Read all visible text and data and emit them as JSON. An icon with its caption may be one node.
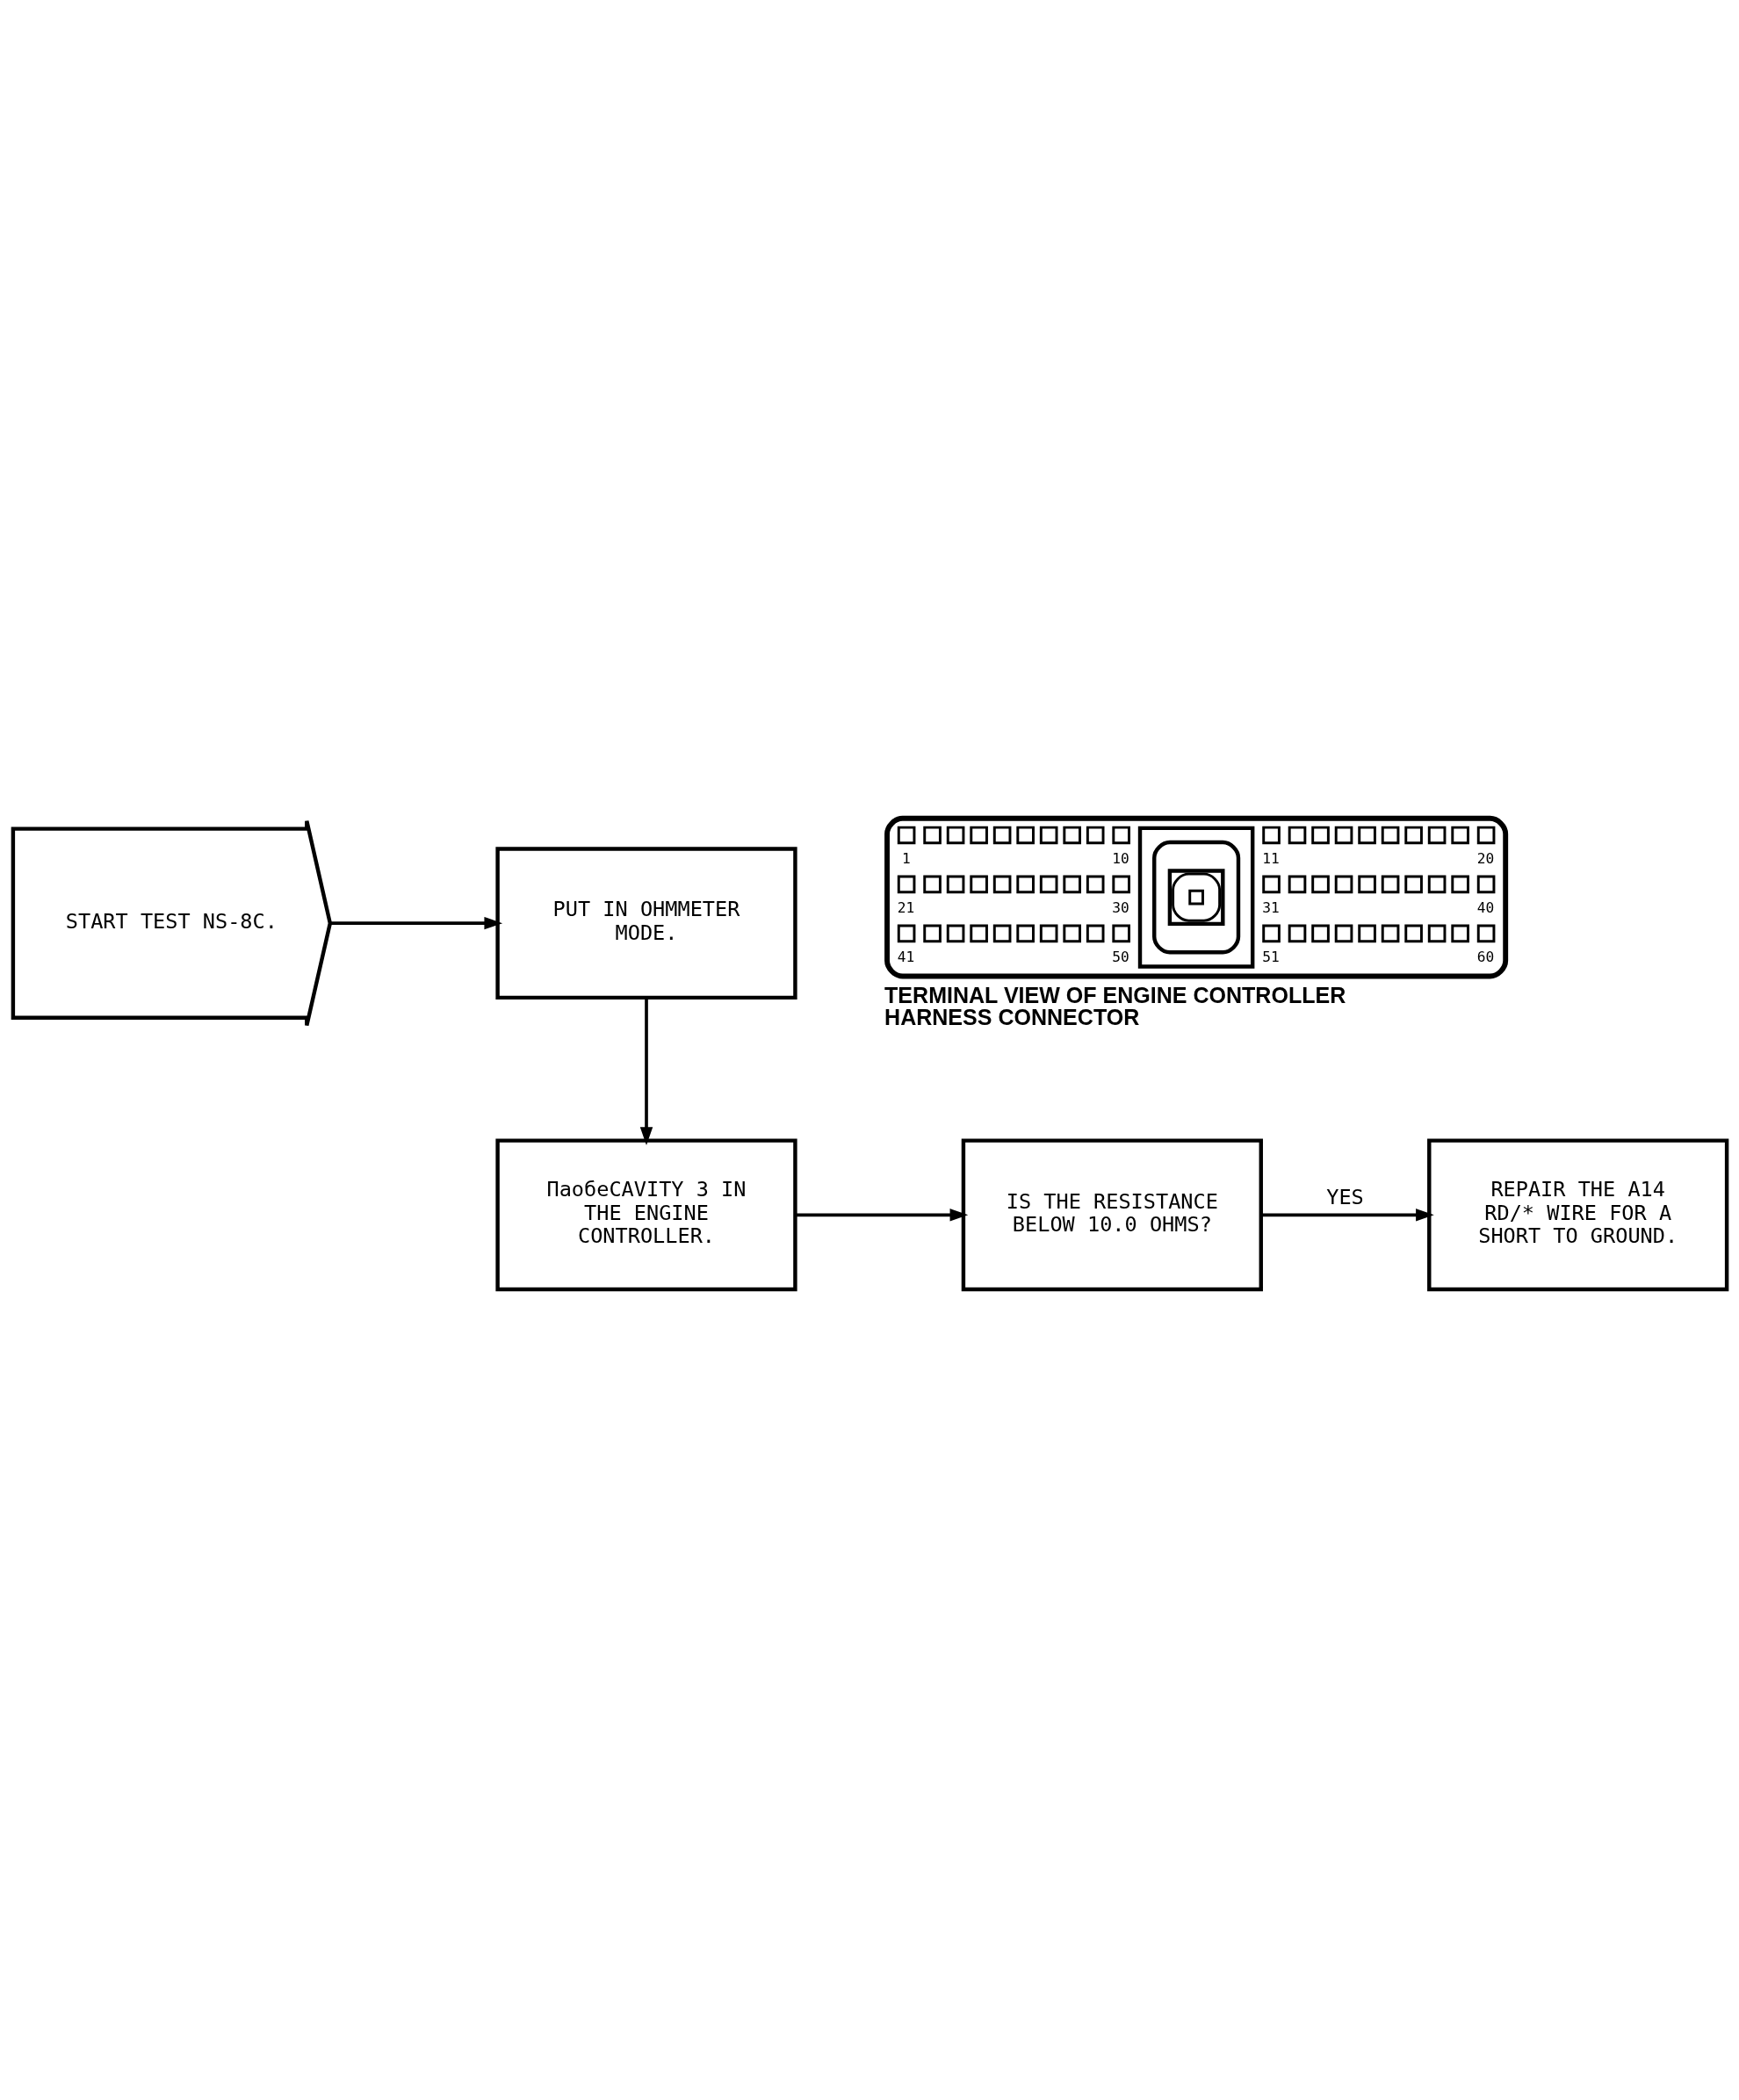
{
  "diagram": {
    "nodes": [
      {
        "text": [
          "START TEST NS-8C."
        ]
      },
      {
        "text": [
          "PUT IN OHMMETER MODE."
        ]
      },
      {
        "text": [
          "1",
          "10",
          "11",
          "20",
          "21",
          "30",
          "31",
          "40",
          "41",
          "50",
          "51",
          "60"
        ],
        "beside": [
          "TERMINAL VIEW OF ENGINE CONTROLLER HARNESS CONNECTOR"
        ]
      },
      {
        "text": [
          "ПаобеCAVITY 3 IN THE ENGINE CONTROLLER."
        ]
      },
      {
        "text": [
          "IS THE RESISTANCE BELOW 10.0 OHMS?"
        ]
      },
      {
        "text": [
          "REPAIR THE A14 RD/* WIRE FOR A SHORT TO GROUND."
        ]
      }
    ],
    "edges": [
      {
        "from": 0,
        "to": 1,
        "arrow": "to"
      },
      {
        "from": 1,
        "to": 3,
        "arrow": "to"
      },
      {
        "from": 3,
        "to": 4,
        "arrow": "to"
      },
      {
        "from": 4,
        "to": 5,
        "label": "YES",
        "arrow": "to"
      }
    ]
  }
}
